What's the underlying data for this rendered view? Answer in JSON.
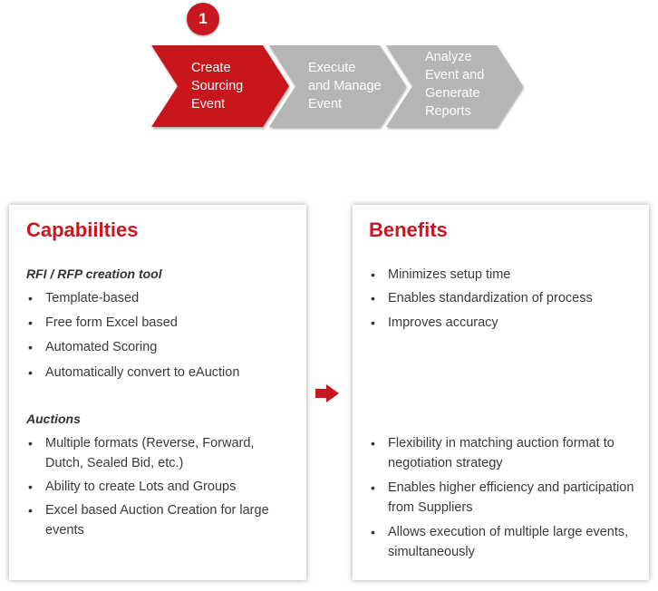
{
  "process": {
    "badge": "1",
    "steps": [
      {
        "lines": [
          "Create",
          "Sourcing",
          "Event"
        ]
      },
      {
        "lines": [
          "Execute",
          "and Manage",
          "Event"
        ]
      },
      {
        "lines": [
          "Analyze",
          "Event and",
          "Generate",
          "Reports"
        ]
      }
    ]
  },
  "capabilities": {
    "title": "Capabiilties",
    "sections": [
      {
        "heading": "RFI / RFP creation tool",
        "items": [
          "Template-based",
          "Free form Excel based",
          "Automated Scoring",
          "Automatically convert to eAuction"
        ]
      },
      {
        "heading": "Auctions",
        "items": [
          "Multiple formats (Reverse, Forward, Dutch, Sealed Bid, etc.)",
          "Ability to create Lots and Groups",
          "Excel based Auction Creation for large events"
        ]
      }
    ]
  },
  "benefits": {
    "title": "Benefits",
    "groups": [
      {
        "items": [
          "Minimizes setup time",
          "Enables standardization of process",
          "Improves accuracy"
        ]
      },
      {
        "items": [
          "Flexibility in matching auction format to negotiation strategy",
          "Enables higher efficiency and participation from Suppliers",
          "Allows execution of multiple large events, simultaneously"
        ]
      }
    ]
  },
  "colors": {
    "accent": "#c8171e",
    "inactive_step": "#b5b5b5",
    "text": "#3a3a3a"
  }
}
